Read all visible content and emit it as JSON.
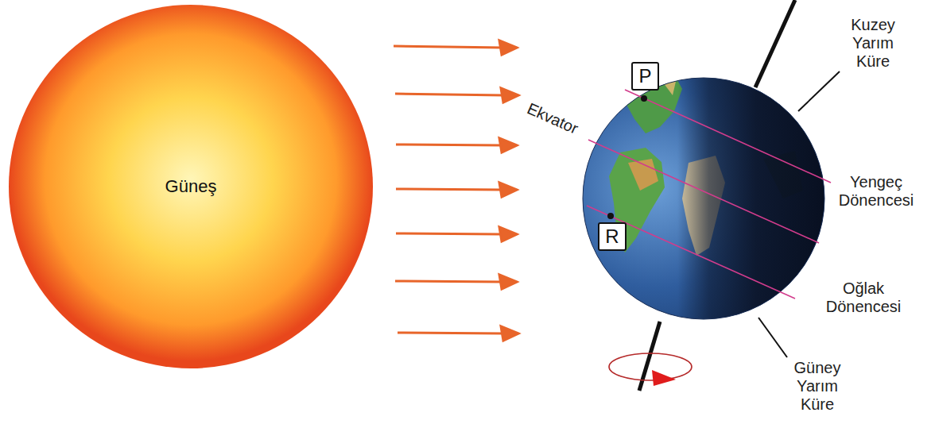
{
  "diagram": {
    "nodes": [
      {
        "text": [
          "Güneş"
        ]
      },
      {
        "text": [
          "P"
        ]
      },
      {
        "text": [
          "R"
        ]
      }
    ],
    "labels": [
      "Ekvator",
      "Kuzey Yarım Küre",
      "Yengeç Dönencesi",
      "Oğlak Dönencesi",
      "Güney Yarım Küre"
    ]
  }
}
